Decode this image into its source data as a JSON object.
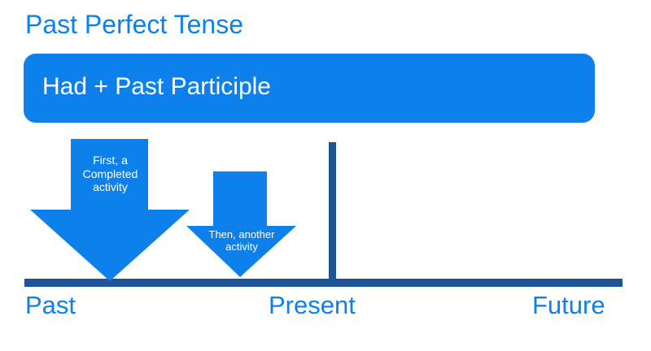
{
  "slide": {
    "title": "Past Perfect Tense",
    "formula": "Had + Past Participle"
  },
  "colors": {
    "accent_blue": "#0d80ec",
    "axis_navy": "#1d5596",
    "background": "#ffffff",
    "label_text": "#ffffff"
  },
  "diagram": {
    "arrows": [
      {
        "id": "first-completed-activity",
        "label": "First, a\nCompleted\nactivity",
        "direction": "down"
      },
      {
        "id": "then-another-activity",
        "label": "Then, another\nactivity",
        "direction": "down"
      }
    ],
    "timeline": {
      "labels": [
        {
          "id": "past",
          "text": "Past"
        },
        {
          "id": "present",
          "text": "Present"
        },
        {
          "id": "future",
          "text": "Future"
        }
      ],
      "present_marker": "vertical-tick"
    }
  }
}
